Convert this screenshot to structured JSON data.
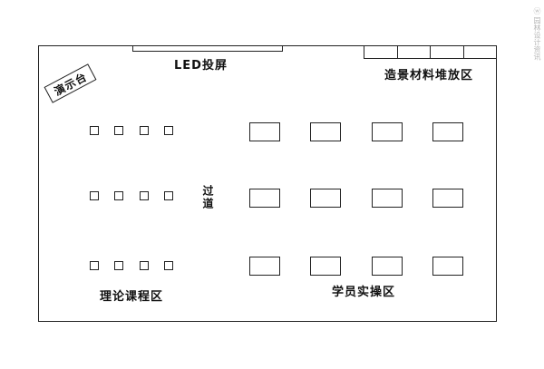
{
  "labels": {
    "led_screen": "LED投屏",
    "storage_area": "造景材料堆放区",
    "stage": "演示台",
    "aisle": "过道",
    "theory_area": "理论课程区",
    "practice_area": "学员实操区"
  },
  "watermark": "ⓦ 园林设计资讯"
}
